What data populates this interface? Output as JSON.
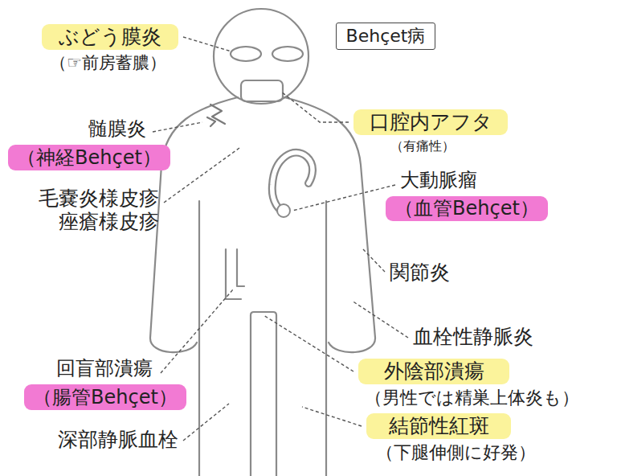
{
  "diagram": {
    "nodes": [
      {
        "text": [
          "ぶどう膜炎",
          "（☞前房蓄膿）"
        ]
      },
      {
        "text": [
          "Behçet病"
        ]
      },
      {
        "text": [
          "口腔内アフタ",
          "（有痛性）"
        ]
      },
      {
        "text": [
          "髄膜炎",
          "（神経Behçet）"
        ]
      },
      {
        "text": [
          "大動脈瘤",
          "（血管Behçet）"
        ]
      },
      {
        "text": [
          "外陰部潰瘍",
          "（男性では精巣上体炎も）"
        ]
      },
      {
        "text": [
          "回盲部潰瘍",
          "（腸管Behçet）"
        ]
      },
      {
        "text": [
          "結節性紅斑",
          "（下腿伸側に好発）"
        ]
      }
    ],
    "labels": [
      "毛嚢炎様皮疹 痤瘡様皮疹",
      "関節炎",
      "血栓性静脈炎",
      "深部静脈血栓"
    ]
  }
}
